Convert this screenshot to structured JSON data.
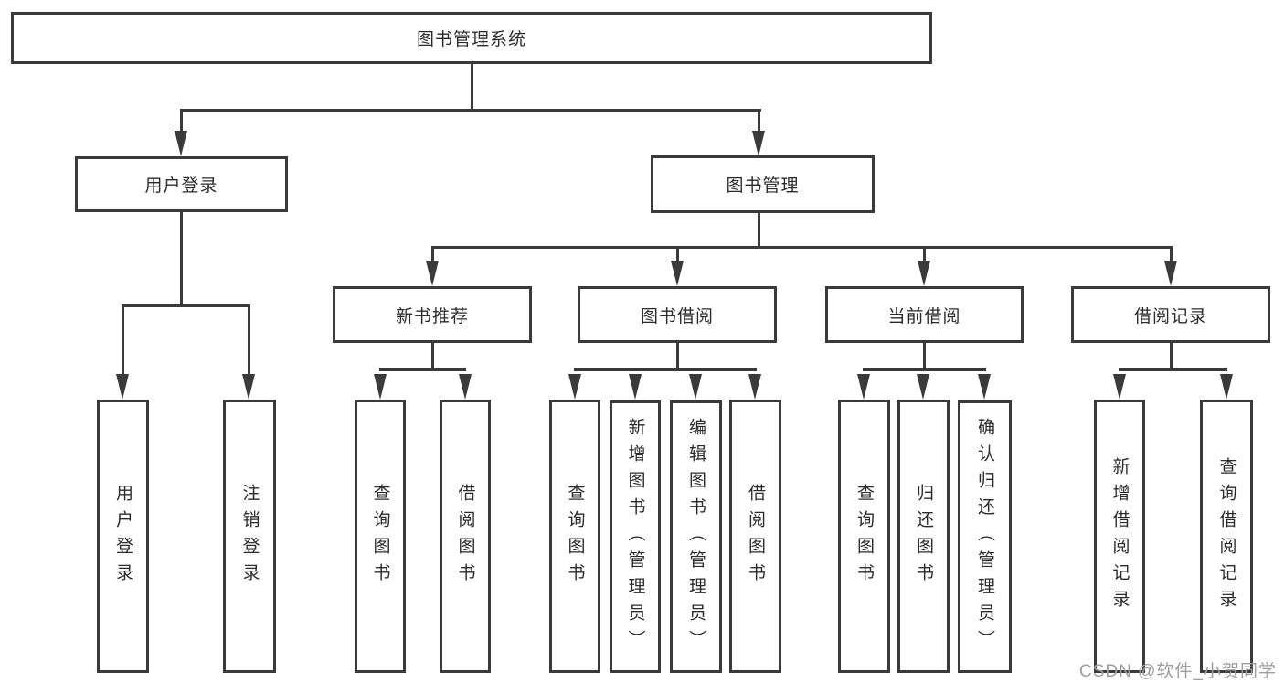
{
  "diagram": {
    "type": "tree-structure-diagram",
    "colors": {
      "line": "#3a3a3a",
      "text": "#2b2b2b",
      "background": "#ffffff",
      "watermark": "#9e9e9e"
    },
    "tree": {
      "label": "图书管理系统",
      "children": [
        {
          "label": "用户登录",
          "children": [
            {
              "label": "用户登录"
            },
            {
              "label": "注销登录"
            }
          ]
        },
        {
          "label": "图书管理",
          "children": [
            {
              "label": "新书推荐",
              "children": [
                {
                  "label": "查询图书"
                },
                {
                  "label": "借阅图书"
                }
              ]
            },
            {
              "label": "图书借阅",
              "children": [
                {
                  "label": "查询图书"
                },
                {
                  "label": "新增图书（管理员）"
                },
                {
                  "label": "编辑图书（管理员）"
                },
                {
                  "label": "借阅图书"
                }
              ]
            },
            {
              "label": "当前借阅",
              "children": [
                {
                  "label": "查询图书"
                },
                {
                  "label": "归还图书"
                },
                {
                  "label": "确认归还（管理员）"
                }
              ]
            },
            {
              "label": "借阅记录",
              "children": [
                {
                  "label": "新增借阅记录"
                },
                {
                  "label": "查询借阅记录"
                }
              ]
            }
          ]
        }
      ]
    },
    "watermark": {
      "text": "CSDN @软件_小贺同学"
    }
  }
}
